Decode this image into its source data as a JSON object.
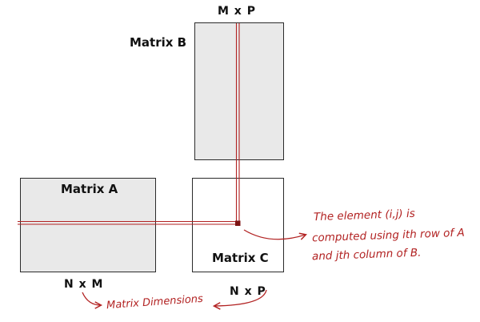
{
  "labels": {
    "b_dims": "M x P",
    "b": "Matrix B",
    "a": "Matrix A",
    "c": "Matrix C",
    "a_dims": "N x M",
    "c_dims": "N x P"
  },
  "annotation": {
    "line1": "The element (i,j) is",
    "line2": "computed using ith row of A",
    "line3": "and jth column of B."
  },
  "footnote": "Matrix Dimensions",
  "colors": {
    "accent_red": "#b22222",
    "dot_red": "#7c1313",
    "matrix_fill": "#e9e9e9",
    "matrix_border": "#2b2b2b"
  }
}
